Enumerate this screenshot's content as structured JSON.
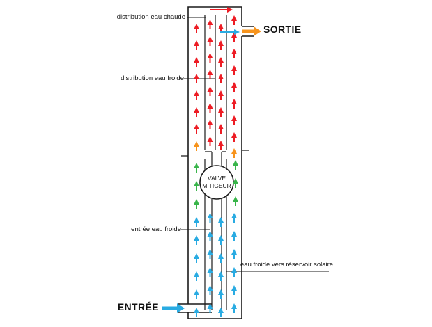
{
  "labels": {
    "distribution_eau_chaude": "distribution eau chaude",
    "distribution_eau_froide": "distribution eau froide",
    "entree_eau_froide": "entrée eau froide",
    "eau_froide_reservoir_solaire": "eau froide vers réservoir solaire",
    "sortie": "SORTIE",
    "entree": "ENTRÉE"
  },
  "valve": {
    "line1": "VALVE",
    "line2": "MITIGEUR"
  },
  "colors": {
    "hot": "#ed1c24",
    "cold": "#29abe2",
    "mixed": "#39b54a",
    "warm": "#f7941d",
    "outline": "#1a1a1a"
  }
}
